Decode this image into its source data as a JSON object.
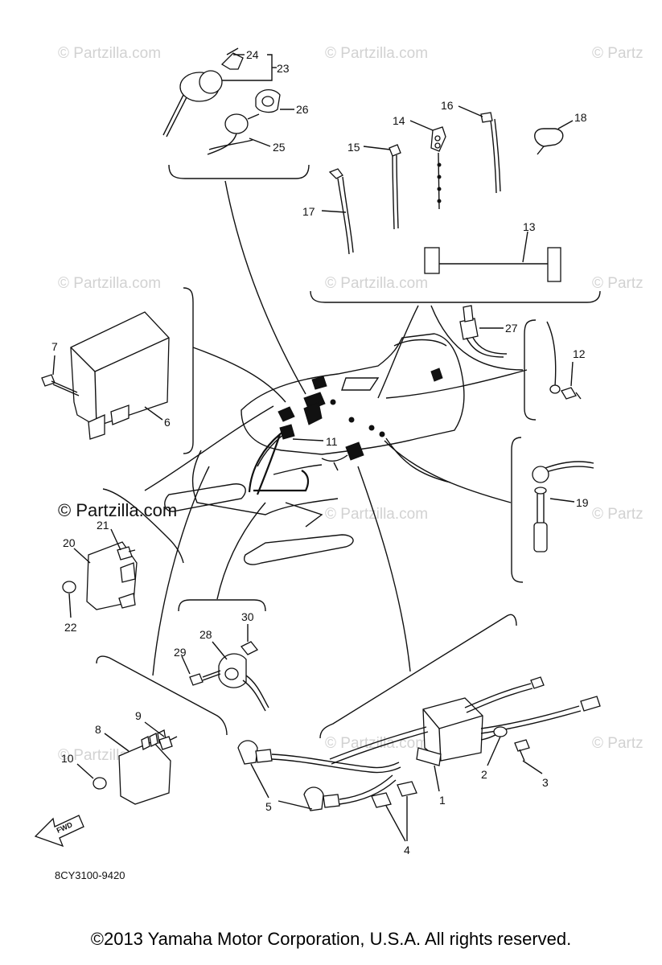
{
  "watermark": "© Partzilla.com",
  "watermark_partial": "© Partz",
  "watermark_main": "© Partzilla.com",
  "diagram_code": "8CY3100-9420",
  "fwd_label": "FWD",
  "copyright": "©2013 Yamaha Motor Corporation, U.S.A. All rights reserved.",
  "callouts": {
    "c1": "1",
    "c2": "2",
    "c3": "3",
    "c4": "4",
    "c5": "5",
    "c6": "6",
    "c7": "7",
    "c8": "8",
    "c9": "9",
    "c10": "10",
    "c11": "11",
    "c12": "12",
    "c13": "13",
    "c14": "14",
    "c15": "15",
    "c16": "16",
    "c17": "17",
    "c18": "18",
    "c19": "19",
    "c20": "20",
    "c21": "21",
    "c22": "22",
    "c23": "23",
    "c24": "24",
    "c25": "25",
    "c26": "26",
    "c27": "27",
    "c28": "28",
    "c29": "29",
    "c30": "30"
  }
}
